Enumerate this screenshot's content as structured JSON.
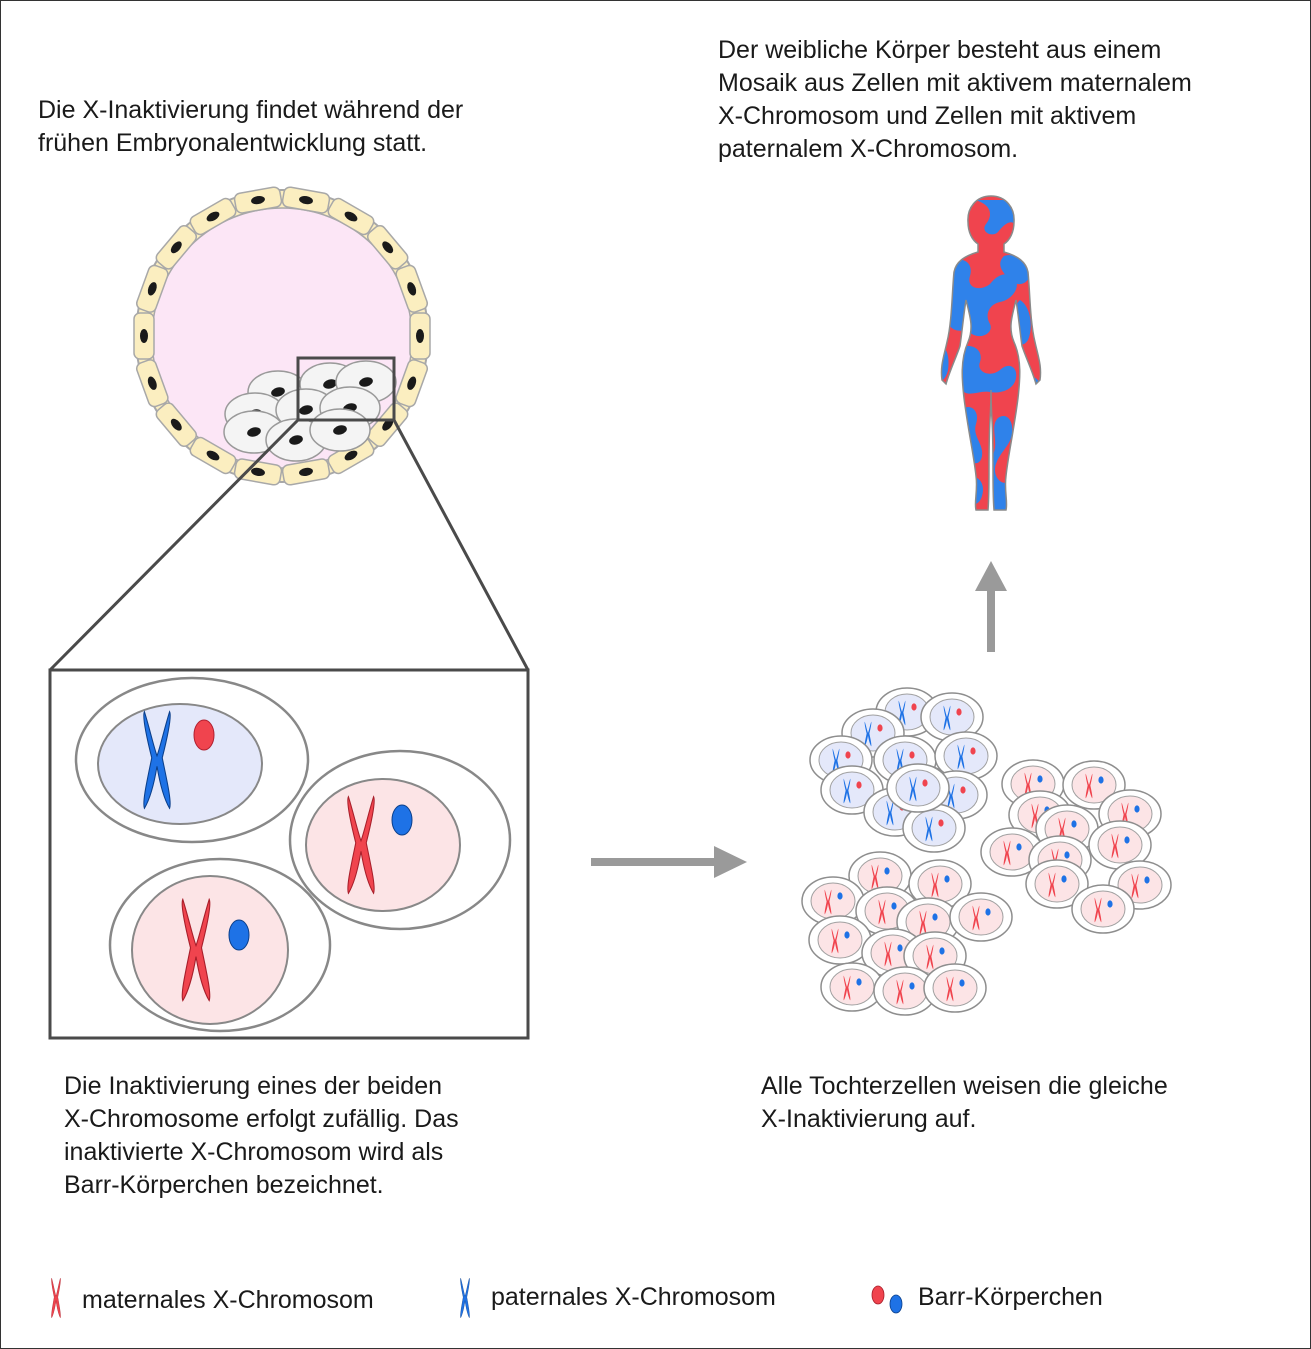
{
  "captions": {
    "top_left": "Die X-Inaktivierung findet während der\nfrühen Embryonalentwicklung statt.",
    "top_right": "Der weibliche Körper besteht aus einem\nMosaik aus Zellen mit aktivem maternalem\nX-Chromosom und Zellen mit aktivem\npaternalem X-Chromosom.",
    "bottom_left": "Die Inaktivierung eines der beiden\nX-Chromosome erfolgt zufällig. Das\ninaktivierte X-Chromosom wird als\nBarr-Körperchen bezeichnet.",
    "bottom_right": "Alle Tochterzellen weisen die gleiche\nX-Inaktivierung auf."
  },
  "legend": {
    "maternal": "maternales X-Chromosom",
    "paternal": "paternales X-Chromosom",
    "barr": "Barr-Körperchen"
  },
  "colors": {
    "maternal": "#f0444e",
    "paternal": "#1e72e6",
    "blastocyst_cavity": "#fce6f6",
    "trophoblast": "#fbeec0",
    "nucleus_blue": "#e4e8fa",
    "nucleus_pink": "#fce4e6",
    "arrow": "#9a9a9a"
  }
}
